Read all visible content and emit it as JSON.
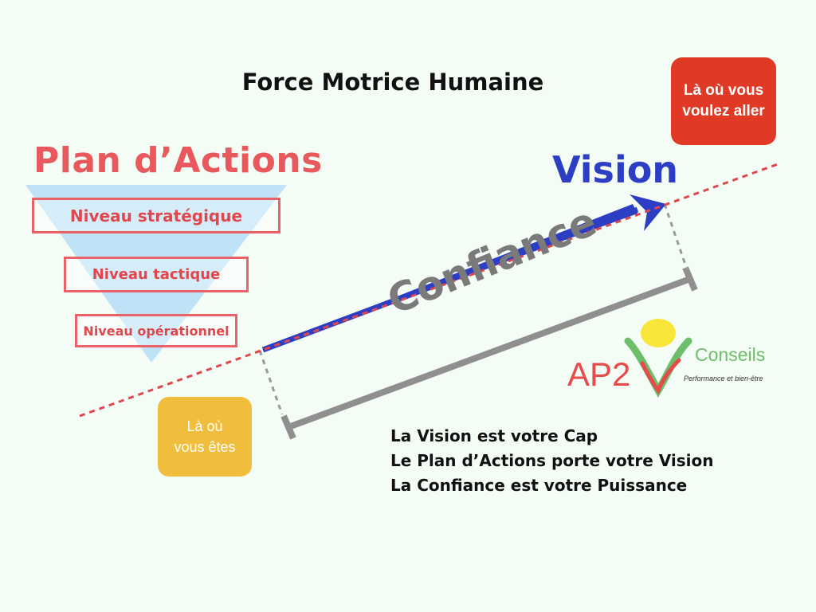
{
  "title": "Force Motrice Humaine",
  "target_badge": "Là où vous\nvoulez aller",
  "current_badge": "Là où\nvous êtes",
  "plan": {
    "title": "Plan d’Actions",
    "levels": [
      "Niveau stratégique",
      "Niveau tactique",
      "Niveau opérationnel"
    ]
  },
  "vision_label": "Vision",
  "confiance_label": "Confiance",
  "statements": [
    "La Vision est votre Cap",
    "Le Plan d’Actions porte votre Vision",
    "La Confiance est votre Puissance"
  ],
  "logo": {
    "name": "AP2",
    "subtitle": "Conseils",
    "tagline": "Performance et bien-être"
  },
  "colors": {
    "background": "#f4fcf6",
    "vision": "#2c3ec4",
    "plan": "#e8585c",
    "confiance": "#7a7a7a",
    "target_badge": "#e03a26",
    "current_badge": "#f0be3c",
    "triangle": "#bfe2f6",
    "dashed_line": "#e0474d"
  }
}
